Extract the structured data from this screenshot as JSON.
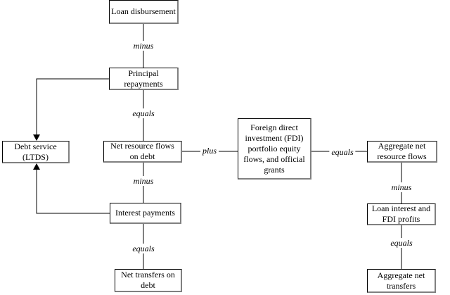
{
  "boxes": {
    "loan_disbursement": "Loan disbursement",
    "principal_repayments": "Principal repayments",
    "debt_service": "Debt service (LTDS)",
    "net_resource_flows_on_debt": "Net resource flows on debt",
    "interest_payments": "Interest payments",
    "net_transfers_on_debt": "Net transfers on debt",
    "fdi_portfolio_grants": "Foreign direct investment (FDI) portfolio equity flows, and official grants",
    "aggregate_net_resource_flows": "Aggregate net resource flows",
    "loan_interest_fdi_profits": "Loan interest and FDI profits",
    "aggregate_net_transfers": "Aggregate net transfers"
  },
  "operators": {
    "minus_1": "minus",
    "equals_1": "equals",
    "minus_2": "minus",
    "equals_2": "equals",
    "plus": "plus",
    "equals_3": "equals",
    "minus_3": "minus",
    "equals_4": "equals"
  }
}
